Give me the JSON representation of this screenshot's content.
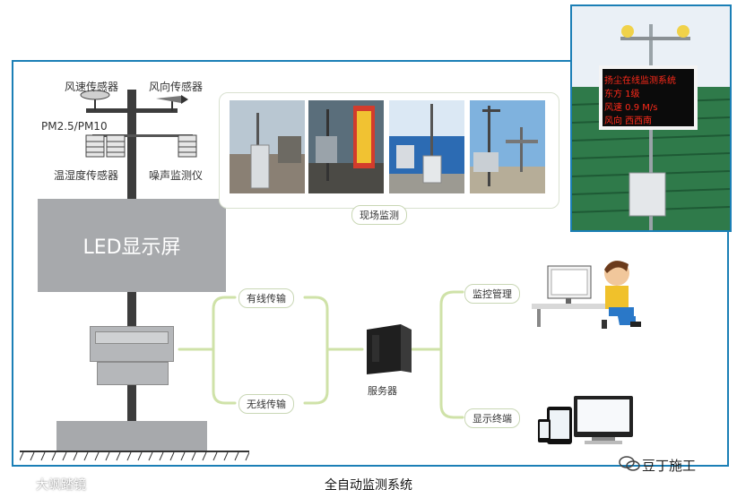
{
  "sensors": {
    "wind_speed": "风速传感器",
    "wind_dir": "风向传感器",
    "pm": "PM2.5/PM10",
    "temp_humidity": "温湿度传感器",
    "noise": "噪声监测仪"
  },
  "led_label": "LED显示屏",
  "onsite_label": "现场监测",
  "transmission": {
    "wired": "有线传输",
    "wireless": "无线传输"
  },
  "server_label": "服务器",
  "outputs": {
    "monitor_mgmt": "监控管理",
    "display_terminal": "显示终端"
  },
  "caption": "全自动监测系统",
  "corner_display": {
    "line1": "扬尘在线监测系统",
    "line2": "东方 1级",
    "line3": "风速 0.9 M/s",
    "line4": "风向 西西南"
  },
  "watermark_left": "大飒踏镜",
  "watermark_right": "豆丁施工",
  "colors": {
    "frame": "#1b7fb6",
    "connector": "#cfe2a8",
    "display_panel": "#a7a9ac",
    "led_text": "#ff2a1a"
  }
}
